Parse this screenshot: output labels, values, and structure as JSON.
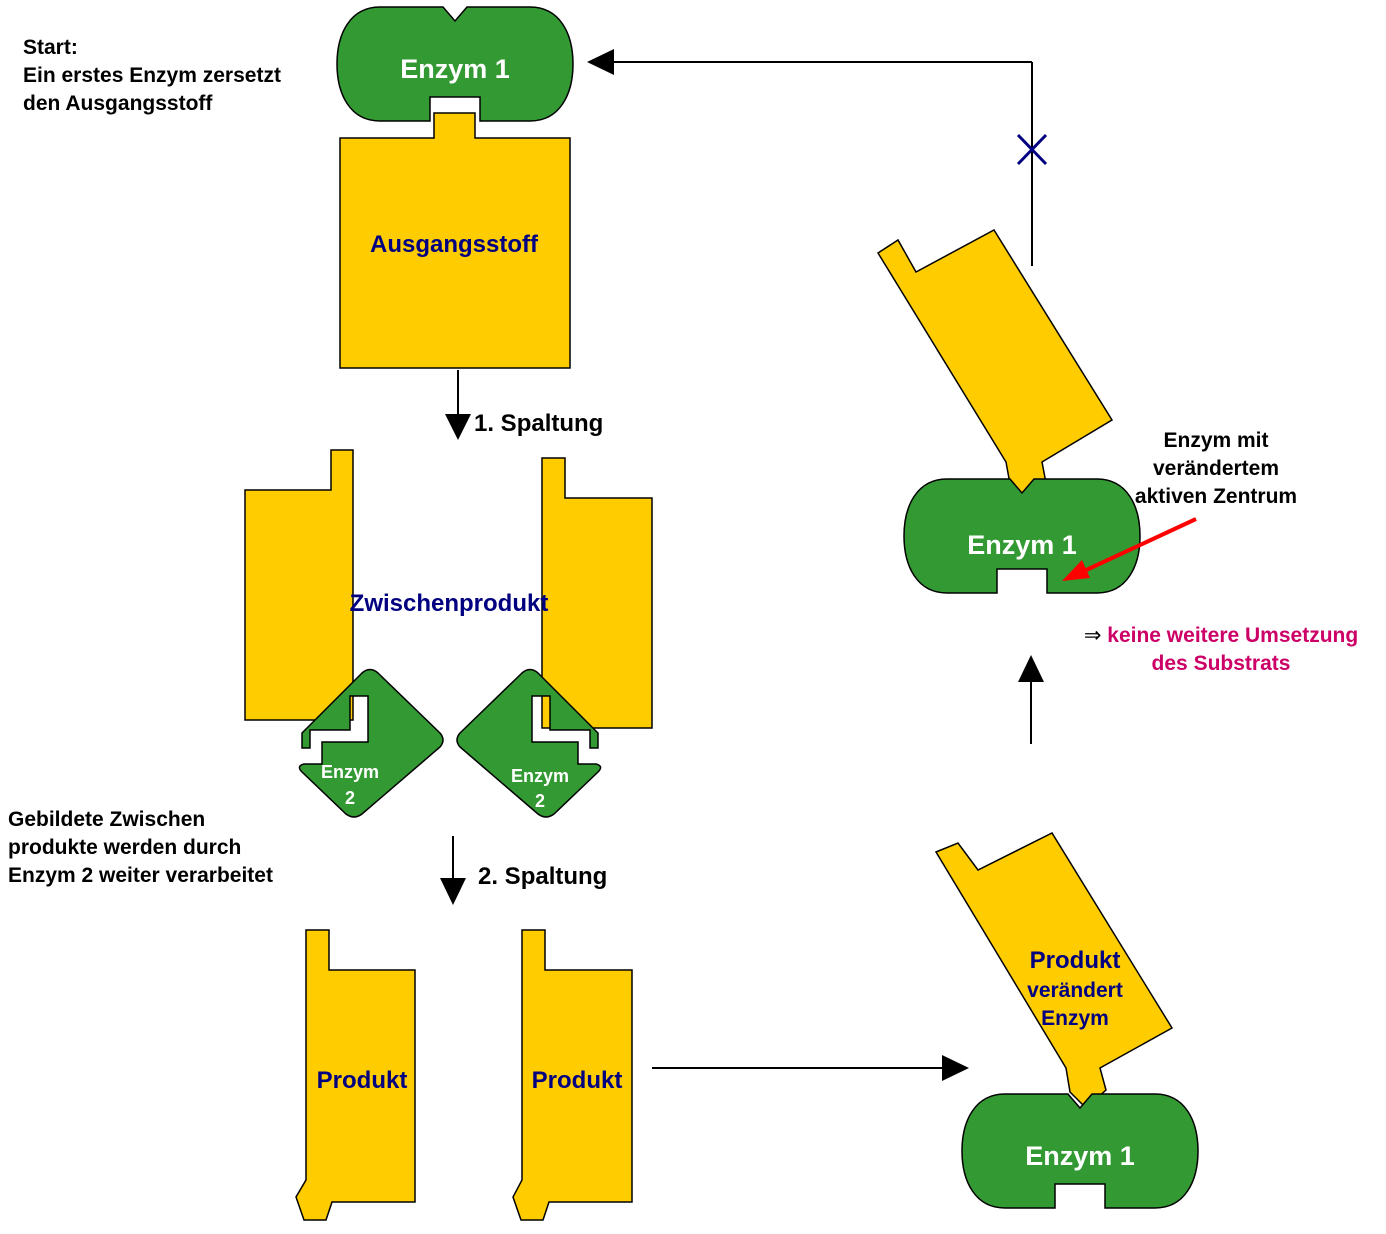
{
  "colors": {
    "enzyme": "#339933",
    "substrate": "#FFCC00",
    "substrate_text": "#000080",
    "enzyme_text": "#FFFFFF",
    "outline": "#000000",
    "blocked_mark": "#000080",
    "pointer_arrow": "#FF0000",
    "conclusion_text": "#CC0066"
  },
  "start_note": {
    "lines": [
      "Start:",
      "Ein erstes Enzym zersetzt",
      "den Ausgangsstoff"
    ]
  },
  "enzyme1_label": "Enzym 1",
  "enzyme2_label": {
    "line1": "Enzym",
    "line2": "2"
  },
  "substrate_label": "Ausgangsstoff",
  "intermediate_label": "Zwischenprodukt",
  "product_label": "Produkt",
  "step1_label": "1. Spaltung",
  "step2_label": "2. Spaltung",
  "intermediate_note": {
    "lines": [
      "Gebildete Zwischen",
      "produkte werden durch",
      "Enzym 2 weiter verarbeitet"
    ]
  },
  "feedback_product": {
    "line1": "Produkt",
    "line2": "verändert",
    "line3": "Enzym"
  },
  "changed_enzyme_note": {
    "lines": [
      "Enzym mit",
      "verändertem",
      "aktiven Zentrum"
    ]
  },
  "conclusion": {
    "arrow": "⇒",
    "line1": "keine weitere Umsetzung",
    "line2": "des Substrats"
  },
  "blocked_mark": "✕"
}
